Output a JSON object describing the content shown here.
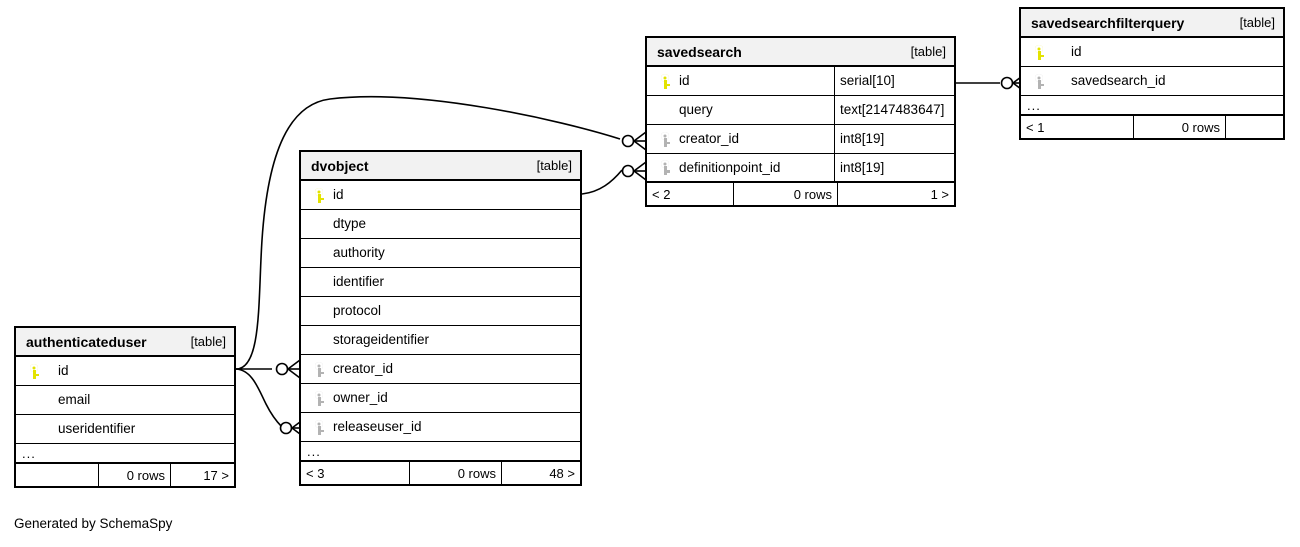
{
  "diagram": {
    "generator_note": "Generated by SchemaSpy",
    "table_kind_label": "[table]",
    "ellipsis": "...",
    "rows_suffix": "0 rows"
  },
  "tables": [
    {
      "id": "savedsearch",
      "name": "savedsearch",
      "kind": "[table]",
      "columns": [
        {
          "name": "id",
          "type": "serial[10]",
          "key": "pk"
        },
        {
          "name": "query",
          "type": "text[2147483647]",
          "key": "none"
        },
        {
          "name": "creator_id",
          "type": "int8[19]",
          "key": "fk"
        },
        {
          "name": "definitionpoint_id",
          "type": "int8[19]",
          "key": "fk"
        }
      ],
      "has_ellipsis": false,
      "footer": {
        "left": "< 2",
        "mid": "0 rows",
        "right": "1 >"
      }
    },
    {
      "id": "savedsearchfilterquery",
      "name": "savedsearchfilterquery",
      "kind": "[table]",
      "columns": [
        {
          "name": "id",
          "type": "",
          "key": "pk"
        },
        {
          "name": "savedsearch_id",
          "type": "",
          "key": "fk"
        }
      ],
      "has_ellipsis": true,
      "footer": {
        "left": "< 1",
        "mid": "0 rows",
        "right": ""
      }
    },
    {
      "id": "dvobject",
      "name": "dvobject",
      "kind": "[table]",
      "columns": [
        {
          "name": "id",
          "type": "",
          "key": "pk"
        },
        {
          "name": "dtype",
          "type": "",
          "key": "none"
        },
        {
          "name": "authority",
          "type": "",
          "key": "none"
        },
        {
          "name": "identifier",
          "type": "",
          "key": "none"
        },
        {
          "name": "protocol",
          "type": "",
          "key": "none"
        },
        {
          "name": "storageidentifier",
          "type": "",
          "key": "none"
        },
        {
          "name": "creator_id",
          "type": "",
          "key": "fk"
        },
        {
          "name": "owner_id",
          "type": "",
          "key": "fk"
        },
        {
          "name": "releaseuser_id",
          "type": "",
          "key": "fk"
        }
      ],
      "has_ellipsis": true,
      "footer": {
        "left": "< 3",
        "mid": "0 rows",
        "right": "48 >"
      }
    },
    {
      "id": "authenticateduser",
      "name": "authenticateduser",
      "kind": "[table]",
      "columns": [
        {
          "name": "id",
          "type": "",
          "key": "pk"
        },
        {
          "name": "email",
          "type": "",
          "key": "none"
        },
        {
          "name": "useridentifier",
          "type": "",
          "key": "none"
        }
      ],
      "has_ellipsis": true,
      "footer": {
        "left": "",
        "mid": "0 rows",
        "right": "17 >"
      }
    }
  ],
  "relationships": [
    {
      "from_table": "authenticateduser",
      "from_column": "id",
      "to_table": "savedsearch",
      "to_column": "creator_id"
    },
    {
      "from_table": "dvobject",
      "from_column": "id",
      "to_table": "savedsearch",
      "to_column": "definitionpoint_id"
    },
    {
      "from_table": "authenticateduser",
      "from_column": "id",
      "to_table": "dvobject",
      "to_column": "creator_id"
    },
    {
      "from_table": "authenticateduser",
      "from_column": "id",
      "to_table": "dvobject",
      "to_column": "releaseuser_id"
    },
    {
      "from_table": "savedsearch",
      "from_column": "id",
      "to_table": "savedsearchfilterquery",
      "to_column": "savedsearch_id"
    }
  ],
  "colors": {
    "primary_key": "#e3e300",
    "foreign_key": "#b3b3b3",
    "header_background": "#f2f2f2",
    "border": "#000000",
    "background": "#ffffff"
  }
}
